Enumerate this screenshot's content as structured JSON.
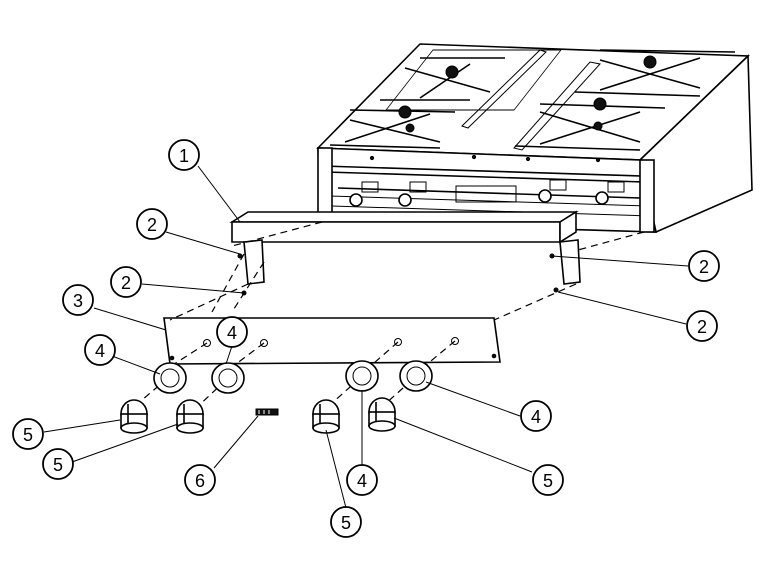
{
  "callouts": [
    {
      "id": "c1",
      "label": "1"
    },
    {
      "id": "c2a",
      "label": "2"
    },
    {
      "id": "c2b",
      "label": "2"
    },
    {
      "id": "c2c",
      "label": "2"
    },
    {
      "id": "c2d",
      "label": "2"
    },
    {
      "id": "c3",
      "label": "3"
    },
    {
      "id": "c4a",
      "label": "4"
    },
    {
      "id": "c4b",
      "label": "4"
    },
    {
      "id": "c4c",
      "label": "4"
    },
    {
      "id": "c4d",
      "label": "4"
    },
    {
      "id": "c5a",
      "label": "5"
    },
    {
      "id": "c5b",
      "label": "5"
    },
    {
      "id": "c5c",
      "label": "5"
    },
    {
      "id": "c5d",
      "label": "5"
    },
    {
      "id": "c6",
      "label": "6"
    }
  ]
}
